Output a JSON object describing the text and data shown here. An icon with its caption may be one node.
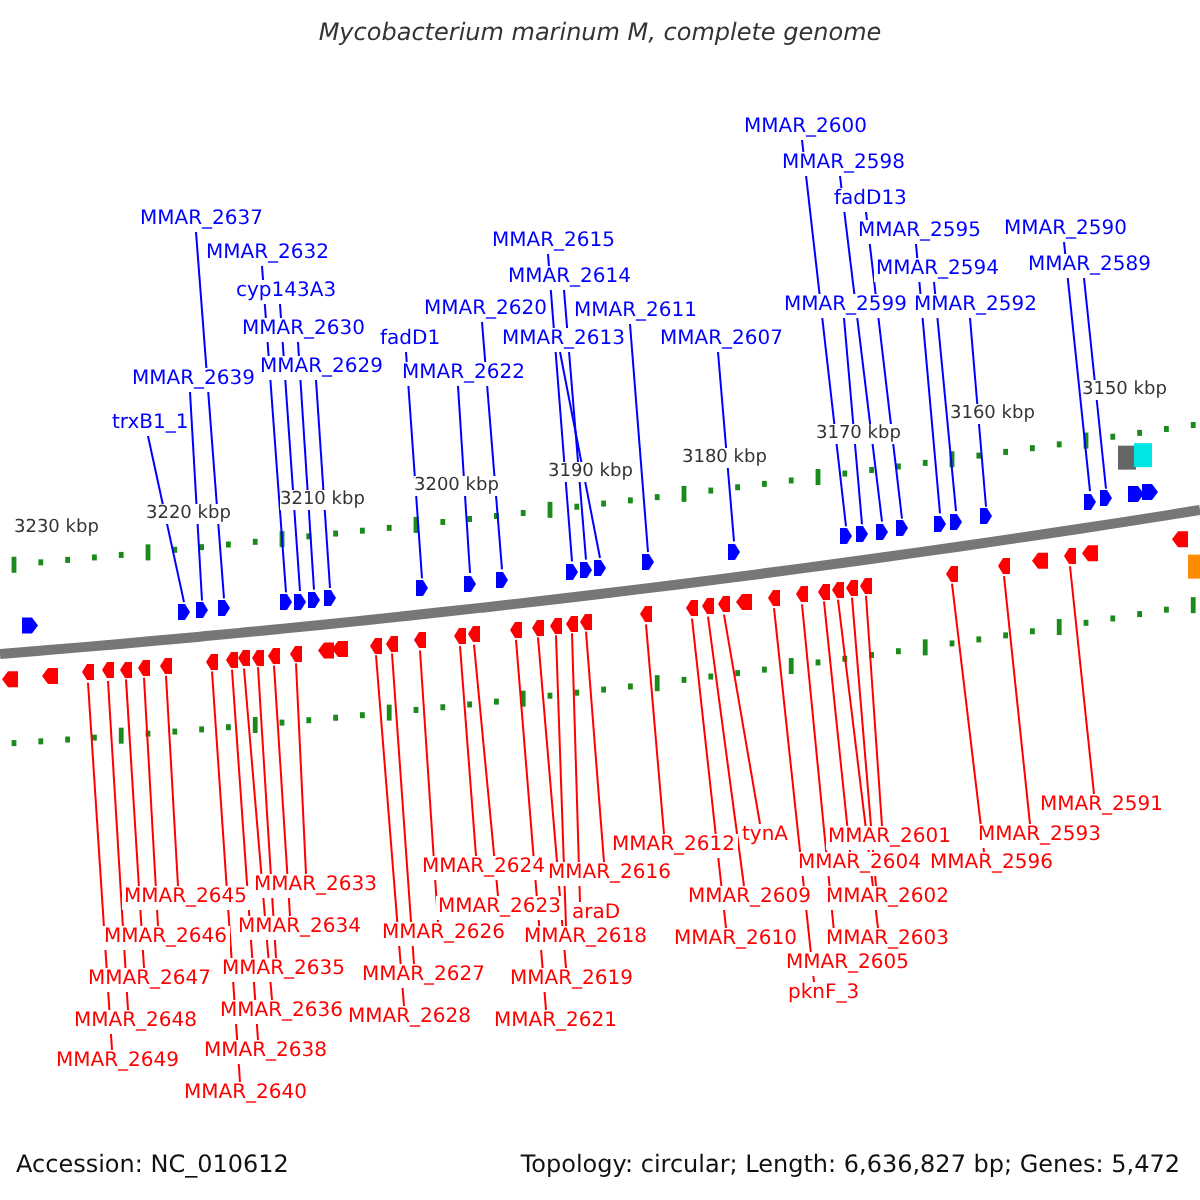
{
  "diagram": {
    "title": "Mycobacterium marinum M, complete genome",
    "nodes": [
      {
        "text": [
          "MMAR_2637"
        ]
      },
      {
        "text": [
          "MMAR_2632"
        ]
      },
      {
        "text": [
          "cyp143A3"
        ]
      },
      {
        "text": [
          "MMAR_2630"
        ]
      },
      {
        "text": [
          "MMAR_2629"
        ]
      },
      {
        "text": [
          "MMAR_2639"
        ]
      },
      {
        "text": [
          "trxB1_1"
        ]
      },
      {
        "text": [
          "fadD1"
        ]
      },
      {
        "text": [
          "MMAR_2622"
        ]
      },
      {
        "text": [
          "MMAR_2620"
        ]
      },
      {
        "text": [
          "MMAR_2615"
        ]
      },
      {
        "text": [
          "MMAR_2614"
        ]
      },
      {
        "text": [
          "MMAR_2611"
        ]
      },
      {
        "text": [
          "MMAR_2613"
        ]
      },
      {
        "text": [
          "MMAR_2607"
        ]
      },
      {
        "text": [
          "MMAR_2600"
        ]
      },
      {
        "text": [
          "MMAR_2598"
        ]
      },
      {
        "text": [
          "fadD13"
        ]
      },
      {
        "text": [
          "MMAR_2599"
        ]
      },
      {
        "text": [
          "MMAR_2595"
        ]
      },
      {
        "text": [
          "MMAR_2594"
        ]
      },
      {
        "text": [
          "MMAR_2592"
        ]
      },
      {
        "text": [
          "MMAR_2590"
        ]
      },
      {
        "text": [
          "MMAR_2589"
        ]
      },
      {
        "text": [
          "MMAR_2645"
        ]
      },
      {
        "text": [
          "MMAR_2646"
        ]
      },
      {
        "text": [
          "MMAR_2647"
        ]
      },
      {
        "text": [
          "MMAR_2648"
        ]
      },
      {
        "text": [
          "MMAR_2649"
        ]
      },
      {
        "text": [
          "MMAR_2633"
        ]
      },
      {
        "text": [
          "MMAR_2634"
        ]
      },
      {
        "text": [
          "MMAR_2635"
        ]
      },
      {
        "text": [
          "MMAR_2636"
        ]
      },
      {
        "text": [
          "MMAR_2638"
        ]
      },
      {
        "text": [
          "MMAR_2640"
        ]
      },
      {
        "text": [
          "MMAR_2624"
        ]
      },
      {
        "text": [
          "MMAR_2623"
        ]
      },
      {
        "text": [
          "MMAR_2626"
        ]
      },
      {
        "text": [
          "MMAR_2627"
        ]
      },
      {
        "text": [
          "MMAR_2628"
        ]
      },
      {
        "text": [
          "MMAR_2616"
        ]
      },
      {
        "text": [
          "araD"
        ]
      },
      {
        "text": [
          "MMAR_2618"
        ]
      },
      {
        "text": [
          "MMAR_2619"
        ]
      },
      {
        "text": [
          "MMAR_2621"
        ]
      },
      {
        "text": [
          "MMAR_2612"
        ]
      },
      {
        "text": [
          "tynA"
        ]
      },
      {
        "text": [
          "MMAR_2609"
        ]
      },
      {
        "text": [
          "MMAR_2610"
        ]
      },
      {
        "text": [
          "MMAR_2605"
        ]
      },
      {
        "text": [
          "pknF_3"
        ]
      },
      {
        "text": [
          "MMAR_2601"
        ]
      },
      {
        "text": [
          "MMAR_2604"
        ]
      },
      {
        "text": [
          "MMAR_2602"
        ]
      },
      {
        "text": [
          "MMAR_2603"
        ]
      },
      {
        "text": [
          "MMAR_2596"
        ]
      },
      {
        "text": [
          "MMAR_2593"
        ]
      },
      {
        "text": [
          "MMAR_2591"
        ]
      },
      {
        "text": [],
        "shape": "arrow"
      },
      {
        "text": [],
        "shape": "arrow"
      },
      {
        "text": [],
        "shape": "arrow"
      },
      {
        "text": [],
        "shape": "arrow"
      },
      {
        "text": [],
        "shape": "arrow"
      },
      {
        "text": [],
        "shape": "arrow"
      },
      {
        "text": [],
        "shape": "arrow"
      },
      {
        "text": [],
        "shape": "arrow"
      },
      {
        "text": [],
        "shape": "arrow"
      },
      {
        "text": [],
        "shape": "arrow"
      },
      {
        "text": [],
        "shape": "arrow"
      },
      {
        "text": [],
        "shape": "arrow"
      },
      {
        "text": [],
        "shape": "arrow"
      },
      {
        "text": [],
        "shape": "arrow"
      },
      {
        "text": [],
        "shape": "arrow"
      },
      {
        "text": [],
        "shape": "arrow"
      },
      {
        "text": [],
        "shape": "arrow"
      },
      {
        "text": [],
        "shape": "arrow"
      },
      {
        "text": [],
        "shape": "arrow"
      },
      {
        "text": [],
        "shape": "arrow"
      },
      {
        "text": [],
        "shape": "arrow"
      },
      {
        "text": [],
        "shape": "arrow"
      },
      {
        "text": [],
        "shape": "arrow"
      },
      {
        "text": [],
        "shape": "arrow"
      },
      {
        "text": [],
        "shape": "arrow"
      },
      {
        "text": [],
        "shape": "arrow"
      },
      {
        "text": [],
        "shape": "arrow"
      },
      {
        "text": [],
        "shape": "arrow"
      },
      {
        "text": [],
        "shape": "arrow"
      },
      {
        "text": [],
        "shape": "arrow"
      },
      {
        "text": [],
        "shape": "arrow"
      },
      {
        "text": [],
        "shape": "arrow"
      },
      {
        "text": [],
        "shape": "arrow"
      },
      {
        "text": [],
        "shape": "arrow"
      },
      {
        "text": [],
        "shape": "arrow"
      },
      {
        "text": [],
        "shape": "arrow"
      },
      {
        "text": [],
        "shape": "arrow"
      },
      {
        "text": [],
        "shape": "arrow"
      },
      {
        "text": [],
        "shape": "arrow"
      },
      {
        "text": [],
        "shape": "arrow"
      },
      {
        "text": [],
        "shape": "arrow"
      },
      {
        "text": [],
        "shape": "arrow"
      },
      {
        "text": [],
        "shape": "arrow"
      },
      {
        "text": [],
        "shape": "arrow"
      },
      {
        "text": [],
        "shape": "arrow"
      },
      {
        "text": [],
        "shape": "arrow"
      },
      {
        "text": [],
        "shape": "arrow"
      },
      {
        "text": [],
        "shape": "arrow"
      },
      {
        "text": [],
        "shape": "arrow"
      },
      {
        "text": [],
        "shape": "arrow"
      },
      {
        "text": [],
        "shape": "arrow"
      },
      {
        "text": [],
        "shape": "arrow"
      },
      {
        "text": [],
        "shape": "arrow"
      },
      {
        "text": [],
        "shape": "arrow"
      },
      {
        "text": [],
        "shape": "arrow"
      },
      {
        "text": [],
        "shape": "arrow"
      },
      {
        "text": [],
        "shape": "arrow"
      },
      {
        "text": [],
        "shape": "arrow"
      }
    ],
    "edges": [
      {
        "from": 0,
        "to": 60,
        "arrow": "none",
        "color": "#0000ff"
      },
      {
        "from": 1,
        "to": 61,
        "arrow": "none",
        "color": "#0000ff"
      },
      {
        "from": 2,
        "to": 62,
        "arrow": "none",
        "color": "#0000ff"
      },
      {
        "from": 3,
        "to": 63,
        "arrow": "none",
        "color": "#0000ff"
      },
      {
        "from": 4,
        "to": 64,
        "arrow": "none",
        "color": "#0000ff"
      },
      {
        "from": 5,
        "to": 59,
        "arrow": "none",
        "color": "#0000ff"
      },
      {
        "from": 6,
        "to": 58,
        "arrow": "none",
        "color": "#0000ff"
      },
      {
        "from": 7,
        "to": 65,
        "arrow": "none",
        "color": "#0000ff"
      },
      {
        "from": 8,
        "to": 66,
        "arrow": "none",
        "color": "#0000ff"
      },
      {
        "from": 9,
        "to": 67,
        "arrow": "none",
        "color": "#0000ff"
      },
      {
        "from": 10,
        "to": 68,
        "arrow": "none",
        "color": "#0000ff"
      },
      {
        "from": 11,
        "to": 69,
        "arrow": "none",
        "color": "#0000ff"
      },
      {
        "from": 12,
        "to": 71,
        "arrow": "none",
        "color": "#0000ff"
      },
      {
        "from": 13,
        "to": 70,
        "arrow": "none",
        "color": "#0000ff"
      },
      {
        "from": 14,
        "to": 72,
        "arrow": "none",
        "color": "#0000ff"
      },
      {
        "from": 15,
        "to": 73,
        "arrow": "none",
        "color": "#0000ff"
      },
      {
        "from": 16,
        "to": 75,
        "arrow": "none",
        "color": "#0000ff"
      },
      {
        "from": 17,
        "to": 76,
        "arrow": "none",
        "color": "#0000ff"
      },
      {
        "from": 18,
        "to": 74,
        "arrow": "none",
        "color": "#0000ff"
      },
      {
        "from": 19,
        "to": 77,
        "arrow": "none",
        "color": "#0000ff"
      },
      {
        "from": 20,
        "to": 78,
        "arrow": "none",
        "color": "#0000ff"
      },
      {
        "from": 21,
        "to": 79,
        "arrow": "none",
        "color": "#0000ff"
      },
      {
        "from": 22,
        "to": 80,
        "arrow": "none",
        "color": "#0000ff"
      },
      {
        "from": 23,
        "to": 81,
        "arrow": "none",
        "color": "#0000ff"
      },
      {
        "from": 24,
        "to": 86,
        "arrow": "none"
      },
      {
        "from": 25,
        "to": 85,
        "arrow": "none"
      },
      {
        "from": 26,
        "to": 84,
        "arrow": "none"
      },
      {
        "from": 27,
        "to": 83,
        "arrow": "none"
      },
      {
        "from": 28,
        "to": 82,
        "arrow": "none"
      },
      {
        "from": 29,
        "to": 92,
        "arrow": "none"
      },
      {
        "from": 30,
        "to": 91,
        "arrow": "none"
      },
      {
        "from": 31,
        "to": 90,
        "arrow": "none"
      },
      {
        "from": 32,
        "to": 89,
        "arrow": "none"
      },
      {
        "from": 33,
        "to": 88,
        "arrow": "none"
      },
      {
        "from": 34,
        "to": 87,
        "arrow": "none"
      },
      {
        "from": 35,
        "to": 96,
        "arrow": "none"
      },
      {
        "from": 36,
        "to": 97,
        "arrow": "none"
      },
      {
        "from": 37,
        "to": 95,
        "arrow": "none"
      },
      {
        "from": 38,
        "to": 94,
        "arrow": "none"
      },
      {
        "from": 39,
        "to": 93,
        "arrow": "none"
      },
      {
        "from": 40,
        "to": 102,
        "arrow": "none"
      },
      {
        "from": 41,
        "to": 101,
        "arrow": "none"
      },
      {
        "from": 42,
        "to": 100,
        "arrow": "none"
      },
      {
        "from": 43,
        "to": 99,
        "arrow": "none"
      },
      {
        "from": 44,
        "to": 98,
        "arrow": "none"
      },
      {
        "from": 45,
        "to": 103,
        "arrow": "none"
      },
      {
        "from": 46,
        "to": 106,
        "arrow": "none"
      },
      {
        "from": 47,
        "to": 105,
        "arrow": "none"
      },
      {
        "from": 48,
        "to": 104,
        "arrow": "none"
      },
      {
        "from": 49,
        "to": 108,
        "arrow": "none"
      },
      {
        "from": 50,
        "to": 107,
        "arrow": "none"
      },
      {
        "from": 51,
        "to": 112,
        "arrow": "none"
      },
      {
        "from": 52,
        "to": 109,
        "arrow": "none"
      },
      {
        "from": 53,
        "to": 111,
        "arrow": "none"
      },
      {
        "from": 54,
        "to": 110,
        "arrow": "none"
      },
      {
        "from": 55,
        "to": 113,
        "arrow": "none"
      },
      {
        "from": 56,
        "to": 114,
        "arrow": "none"
      },
      {
        "from": 57,
        "to": 115,
        "arrow": "none"
      }
    ],
    "labels": [
      "3230 kbp",
      "3220 kbp",
      "3210 kbp",
      "3200 kbp",
      "3190 kbp",
      "3180 kbp",
      "3170 kbp",
      "3160 kbp",
      "3150 kbp",
      "Accession: NC_010612",
      "Topology: circular; Length: 6,636,827 bp; Genes: 5,472"
    ]
  }
}
